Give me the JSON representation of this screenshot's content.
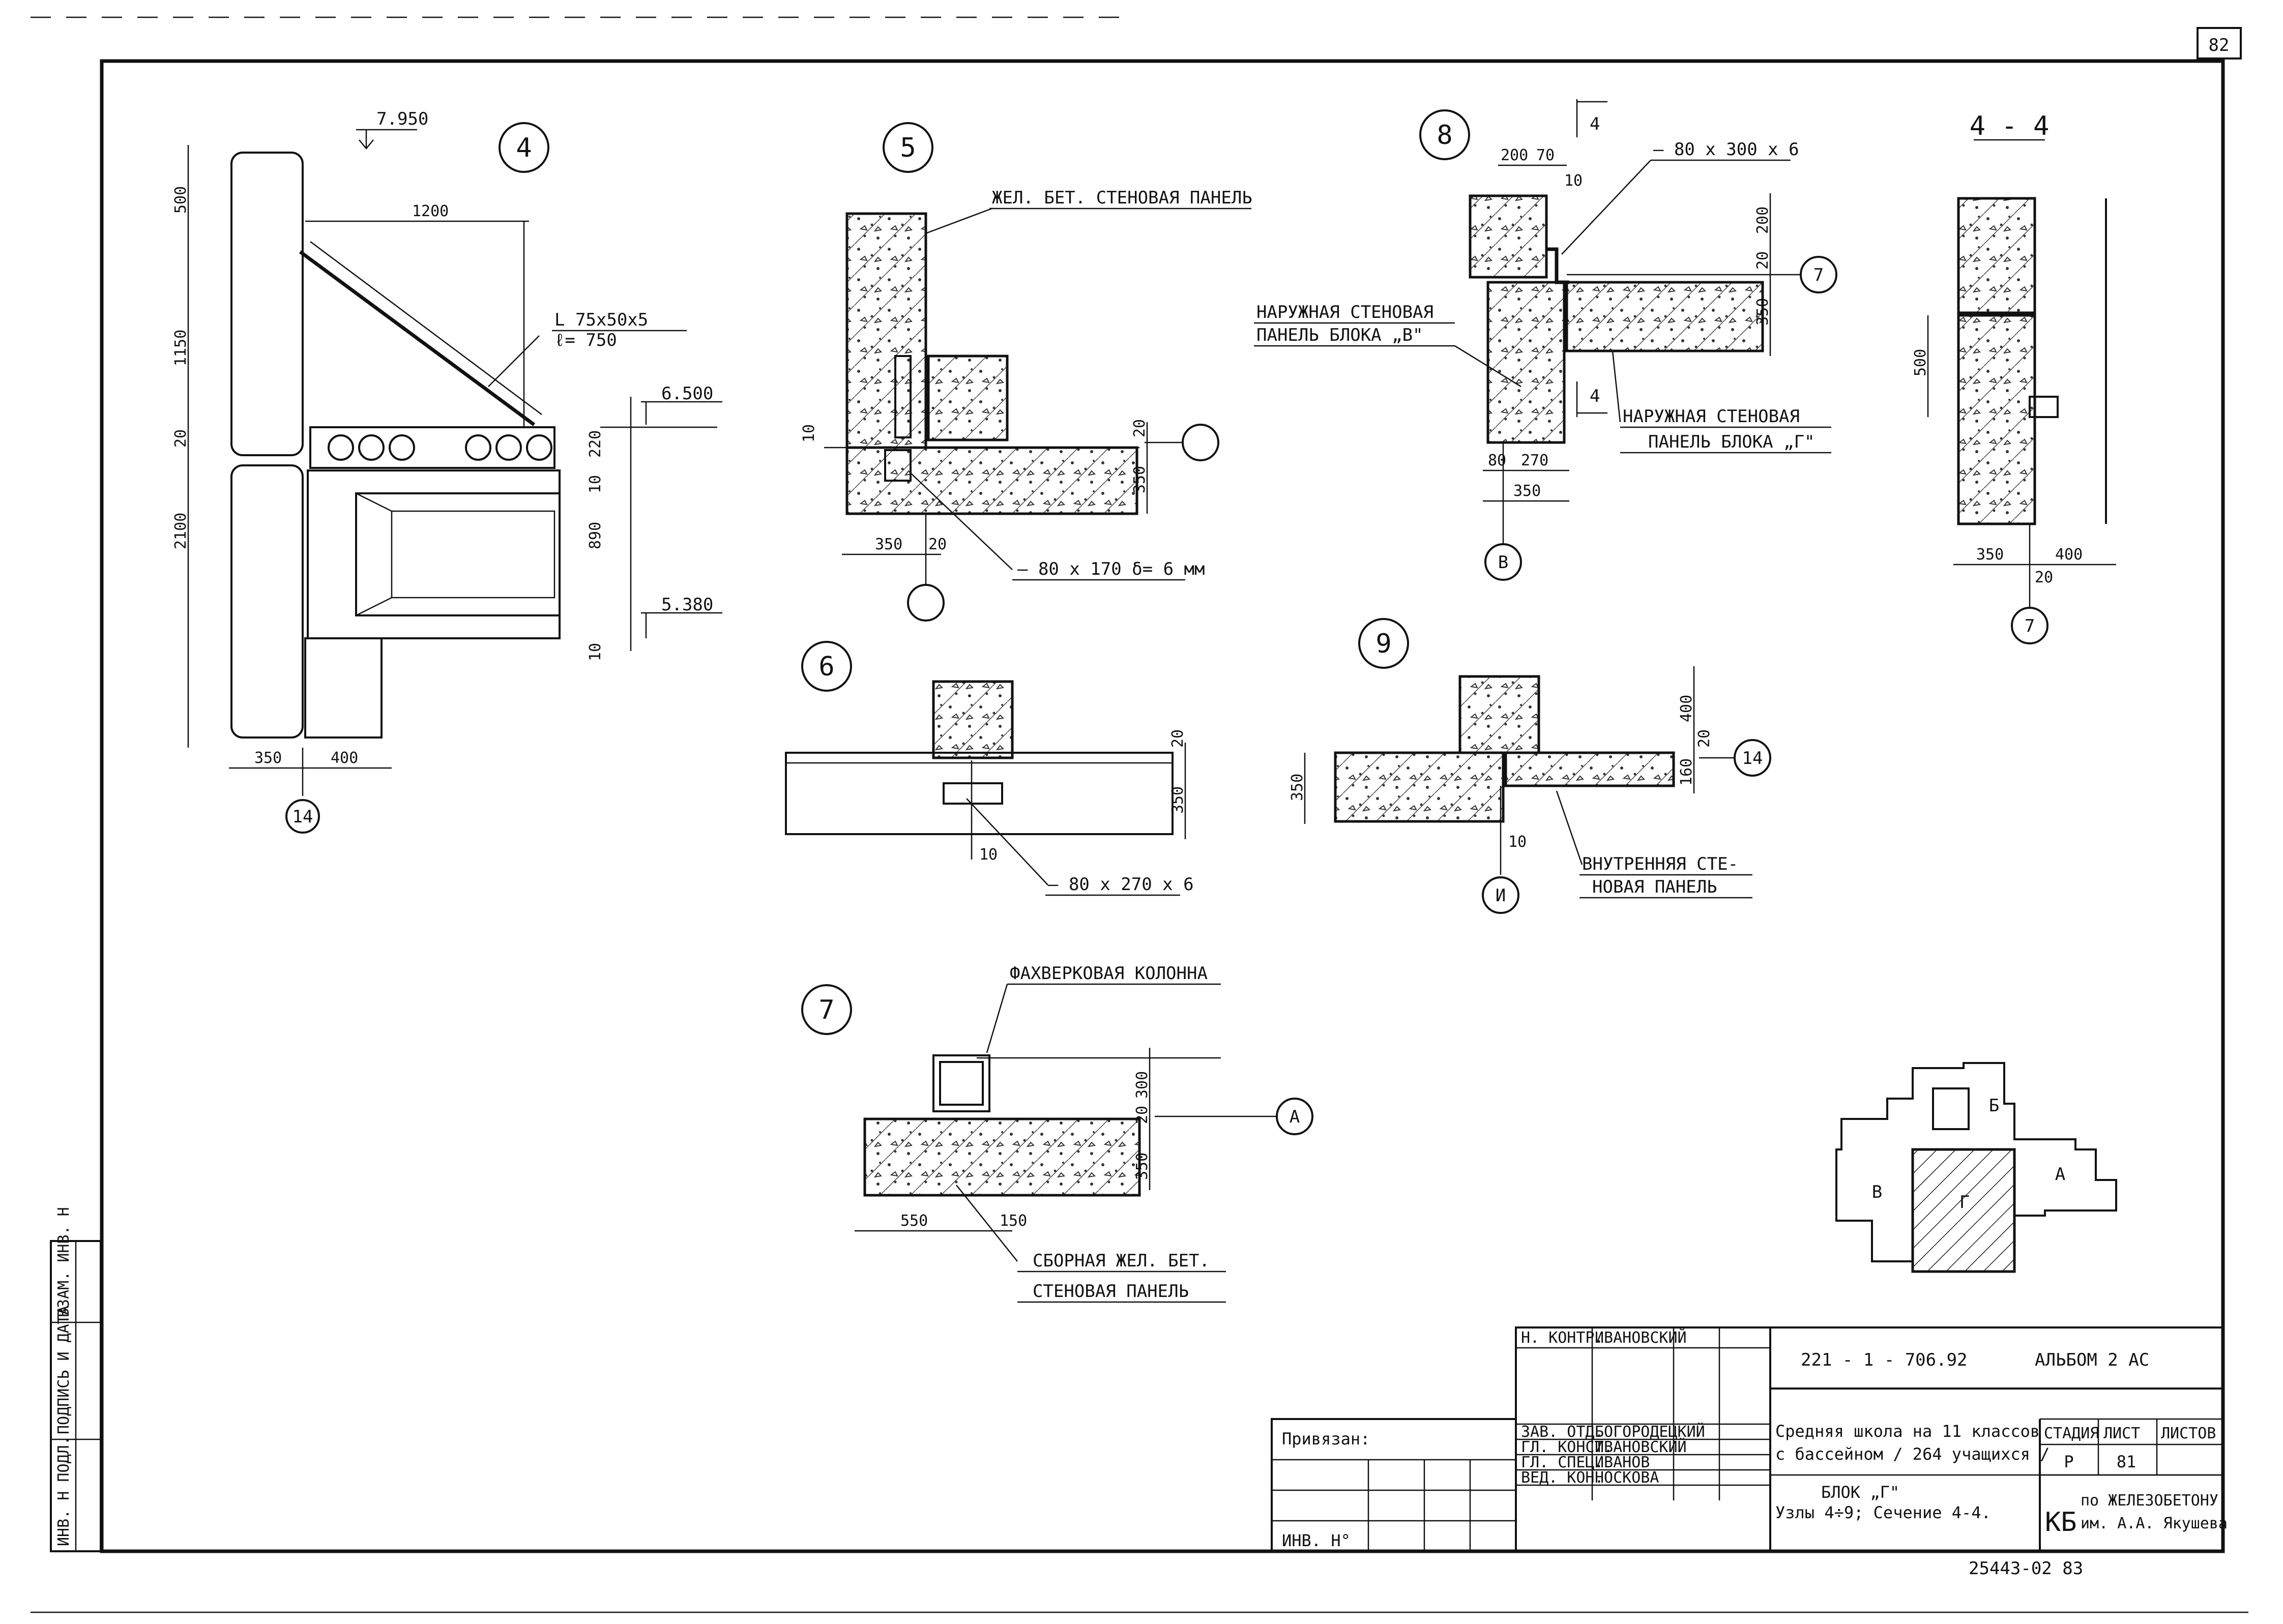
{
  "sheet_number": "82",
  "footer_number": "25443-02  83",
  "side_stamp": [
    "ИНВ. Н ПОДЛ.",
    "ПОДПИСЬ И ДАТА",
    "ВЗАМ. ИНВ. Н"
  ],
  "nodes": {
    "n4": {
      "number": "4",
      "elev_top": "7.950",
      "elev_mid": "6.500",
      "elev_low": "5.380",
      "span": "1200",
      "angle_label": "L 75x50x5",
      "angle_length": "ℓ= 750",
      "vert_dims": [
        "500",
        "1150",
        "20",
        "2100"
      ],
      "right_dims": [
        "220",
        "10",
        "890",
        "10"
      ],
      "bottom_dims": [
        "350",
        "400"
      ],
      "axis": "14"
    },
    "n5": {
      "number": "5",
      "panel_label": "ЖЕЛ. БЕТ. СТЕНОВАЯ ПАНЕЛЬ",
      "plate_label": "– 80 x 170  δ= 6 мм",
      "dims": [
        "10",
        "20",
        "350",
        "350",
        "20"
      ]
    },
    "n6": {
      "number": "6",
      "plate_label": "– 80 x 270 x 6",
      "dims": [
        "20",
        "350",
        "10"
      ]
    },
    "n7": {
      "number": "7",
      "column_label": "ФАХВЕРКОВАЯ КОЛОННА",
      "panel_label_1": "СБОРНАЯ   ЖЕЛ. БЕТ.",
      "panel_label_2": "СТЕНОВАЯ   ПАНЕЛЬ",
      "dims": [
        "300",
        "20",
        "350",
        "550",
        "150"
      ],
      "axis": "А"
    },
    "n8": {
      "number": "8",
      "plate_label": "– 80 x 300 x 6",
      "left_label_1": "НАРУЖНАЯ  СТЕНОВАЯ",
      "left_label_2": "ПАНЕЛЬ  БЛОКА  „В\"",
      "right_label_1": "НАРУЖНАЯ  СТЕНОВАЯ",
      "right_label_2": "ПАНЕЛЬ  БЛОКА  „Г\"",
      "dims_top": [
        "200",
        "70",
        "10"
      ],
      "dims_right": [
        "200",
        "20",
        "350"
      ],
      "dims_bottom": [
        "80",
        "270",
        "350"
      ],
      "cut": "4",
      "axis_b": "В",
      "axis_7": "7"
    },
    "n9": {
      "number": "9",
      "label_1": "ВНУТРЕННЯЯ  СТЕ-",
      "label_2": "НОВАЯ   ПАНЕЛЬ",
      "dims": [
        "400",
        "20",
        "160",
        "350",
        "10"
      ],
      "axis_i": "И",
      "axis_14": "14"
    },
    "s44": {
      "title": "4 - 4",
      "dims": [
        "500",
        "350",
        "400",
        "20"
      ],
      "axis": "7"
    }
  },
  "key_plan": {
    "blocks": [
      "Б",
      "В",
      "Г",
      "А"
    ]
  },
  "title_block": {
    "roles": [
      "Н. КОНТР.",
      "ЗАВ. ОТД.",
      "ГЛ. КОНСТ.",
      "ГЛ. СПЕЦ.",
      "ВЕД. КОН."
    ],
    "names": [
      "ИВАНОВСКИЙ",
      "БОГОРОДЕЦКИЙ",
      "ИВАНОВСКИЙ",
      "ИВАНОВ",
      "НОСКОВА"
    ],
    "tied_label": "Привязан:",
    "inv_label": "ИНВ. Н°",
    "project_code": "221 - 1 - 706.92",
    "album": "АЛЬБОМ 2  АС",
    "description_1": "Средняя школа на 11 классов",
    "description_2": "с бассейном / 264 учащихся /",
    "description_3": "БЛОК „Г\"",
    "description_4": "Узлы 4÷9; Сечение 4-4.",
    "stage_header": "СТАДИЯ",
    "sheet_header": "ЛИСТ",
    "sheets_header": "ЛИСТОВ",
    "stage": "Р",
    "sheet": "81",
    "sheets": "",
    "org_logo": "КБ",
    "org_1": "по ЖЕЛЕЗОБЕТОНУ",
    "org_2": "им. А.А. Якушева"
  }
}
